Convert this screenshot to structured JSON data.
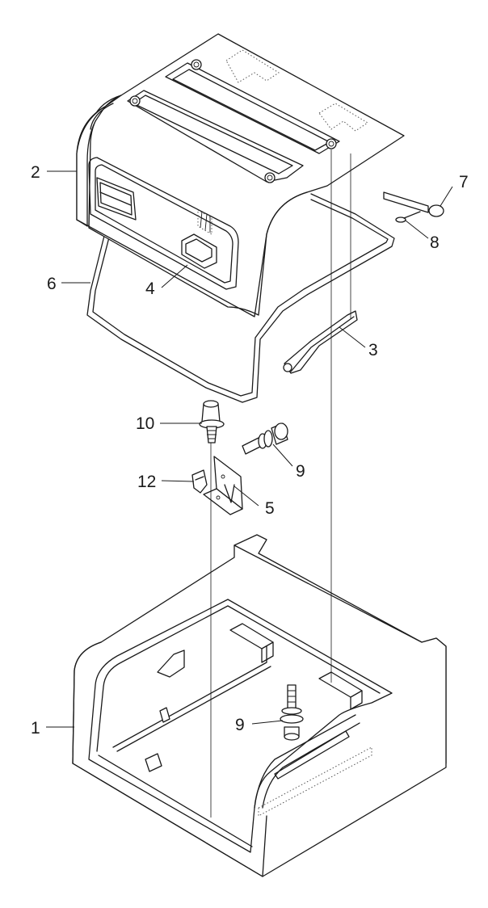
{
  "callouts": {
    "c1": "1",
    "c2": "2",
    "c3": "3",
    "c4": "4",
    "c5": "5",
    "c6": "6",
    "c7": "7",
    "c8": "8",
    "c9a": "9",
    "c9b": "9",
    "c10": "10",
    "c12": "12"
  }
}
